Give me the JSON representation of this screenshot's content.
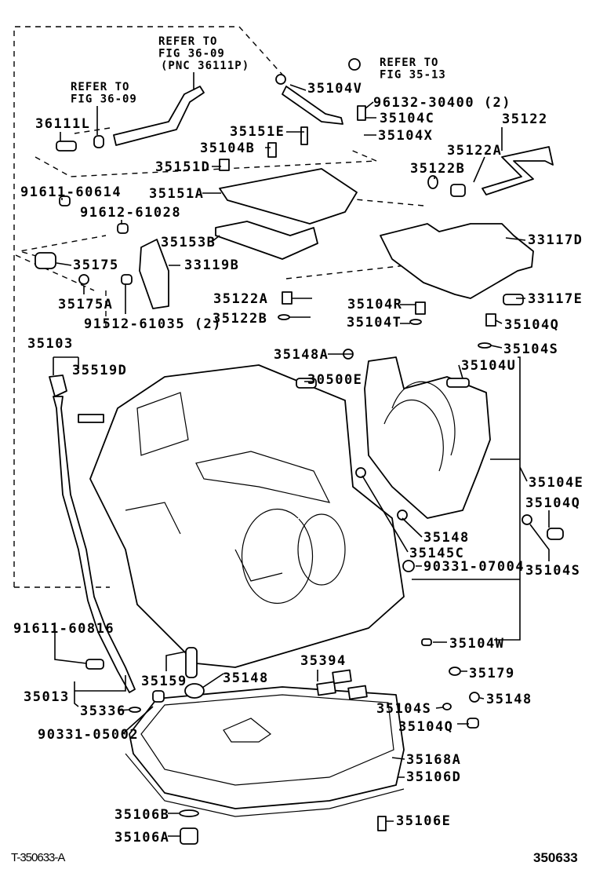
{
  "references": [
    {
      "lines": [
        "REFER TO",
        "FIG 36-09",
        "(PNC 36111P)"
      ]
    },
    {
      "lines": [
        "REFER TO",
        "FIG 36-09"
      ]
    },
    {
      "lines": [
        "REFER TO",
        "FIG 35-13"
      ]
    }
  ],
  "part_labels": [
    "36111L",
    "35104V",
    "96132-30400 (2)",
    "35104C",
    "35104X",
    "35151E",
    "35104B",
    "35151D",
    "35151A",
    "35153B",
    "33119B",
    "35122",
    "35122A",
    "35122B",
    "33117D",
    "33117E",
    "35104R",
    "35104T",
    "35104Q",
    "35104S",
    "35122A",
    "35122B",
    "91611-60614",
    "91612-61028",
    "35175",
    "35175A",
    "91512-61035 (2)",
    "35103",
    "35519D",
    "35148A",
    "30500E",
    "35104U",
    "35104E",
    "35104Q",
    "35148",
    "35145C",
    "90331-07004",
    "35104S",
    "35104W",
    "91611-60816",
    "35013",
    "35336",
    "90331-05002",
    "35159",
    "35148",
    "35394",
    "35179",
    "35148",
    "35104S",
    "35104Q",
    "35168A",
    "35106D",
    "35106B",
    "35106A",
    "35106E"
  ],
  "footer": {
    "left_code": "T-350633-A",
    "right_code": "350633"
  }
}
